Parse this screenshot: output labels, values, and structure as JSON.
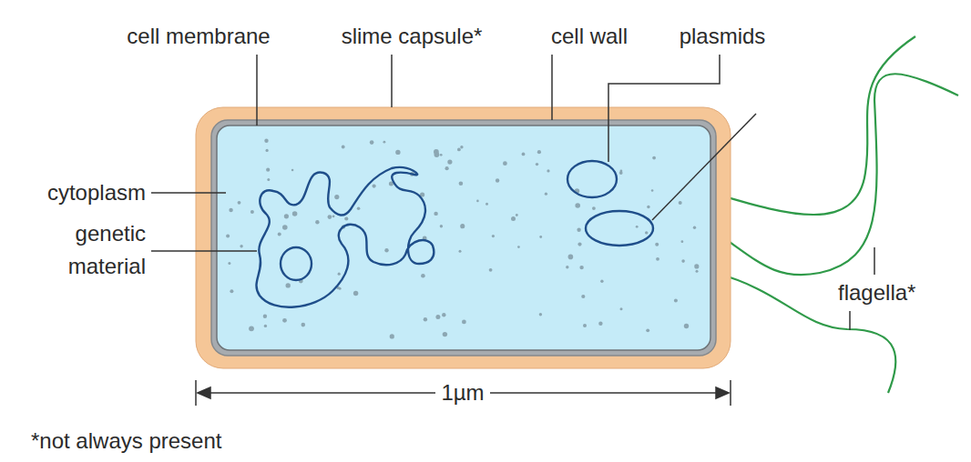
{
  "diagram": {
    "labels": [
      "cell membrane",
      "slime capsule*",
      "cell wall",
      "plasmids",
      "cytoplasm",
      "genetic material",
      "flagella*",
      "1µm",
      "*not always present"
    ]
  }
}
